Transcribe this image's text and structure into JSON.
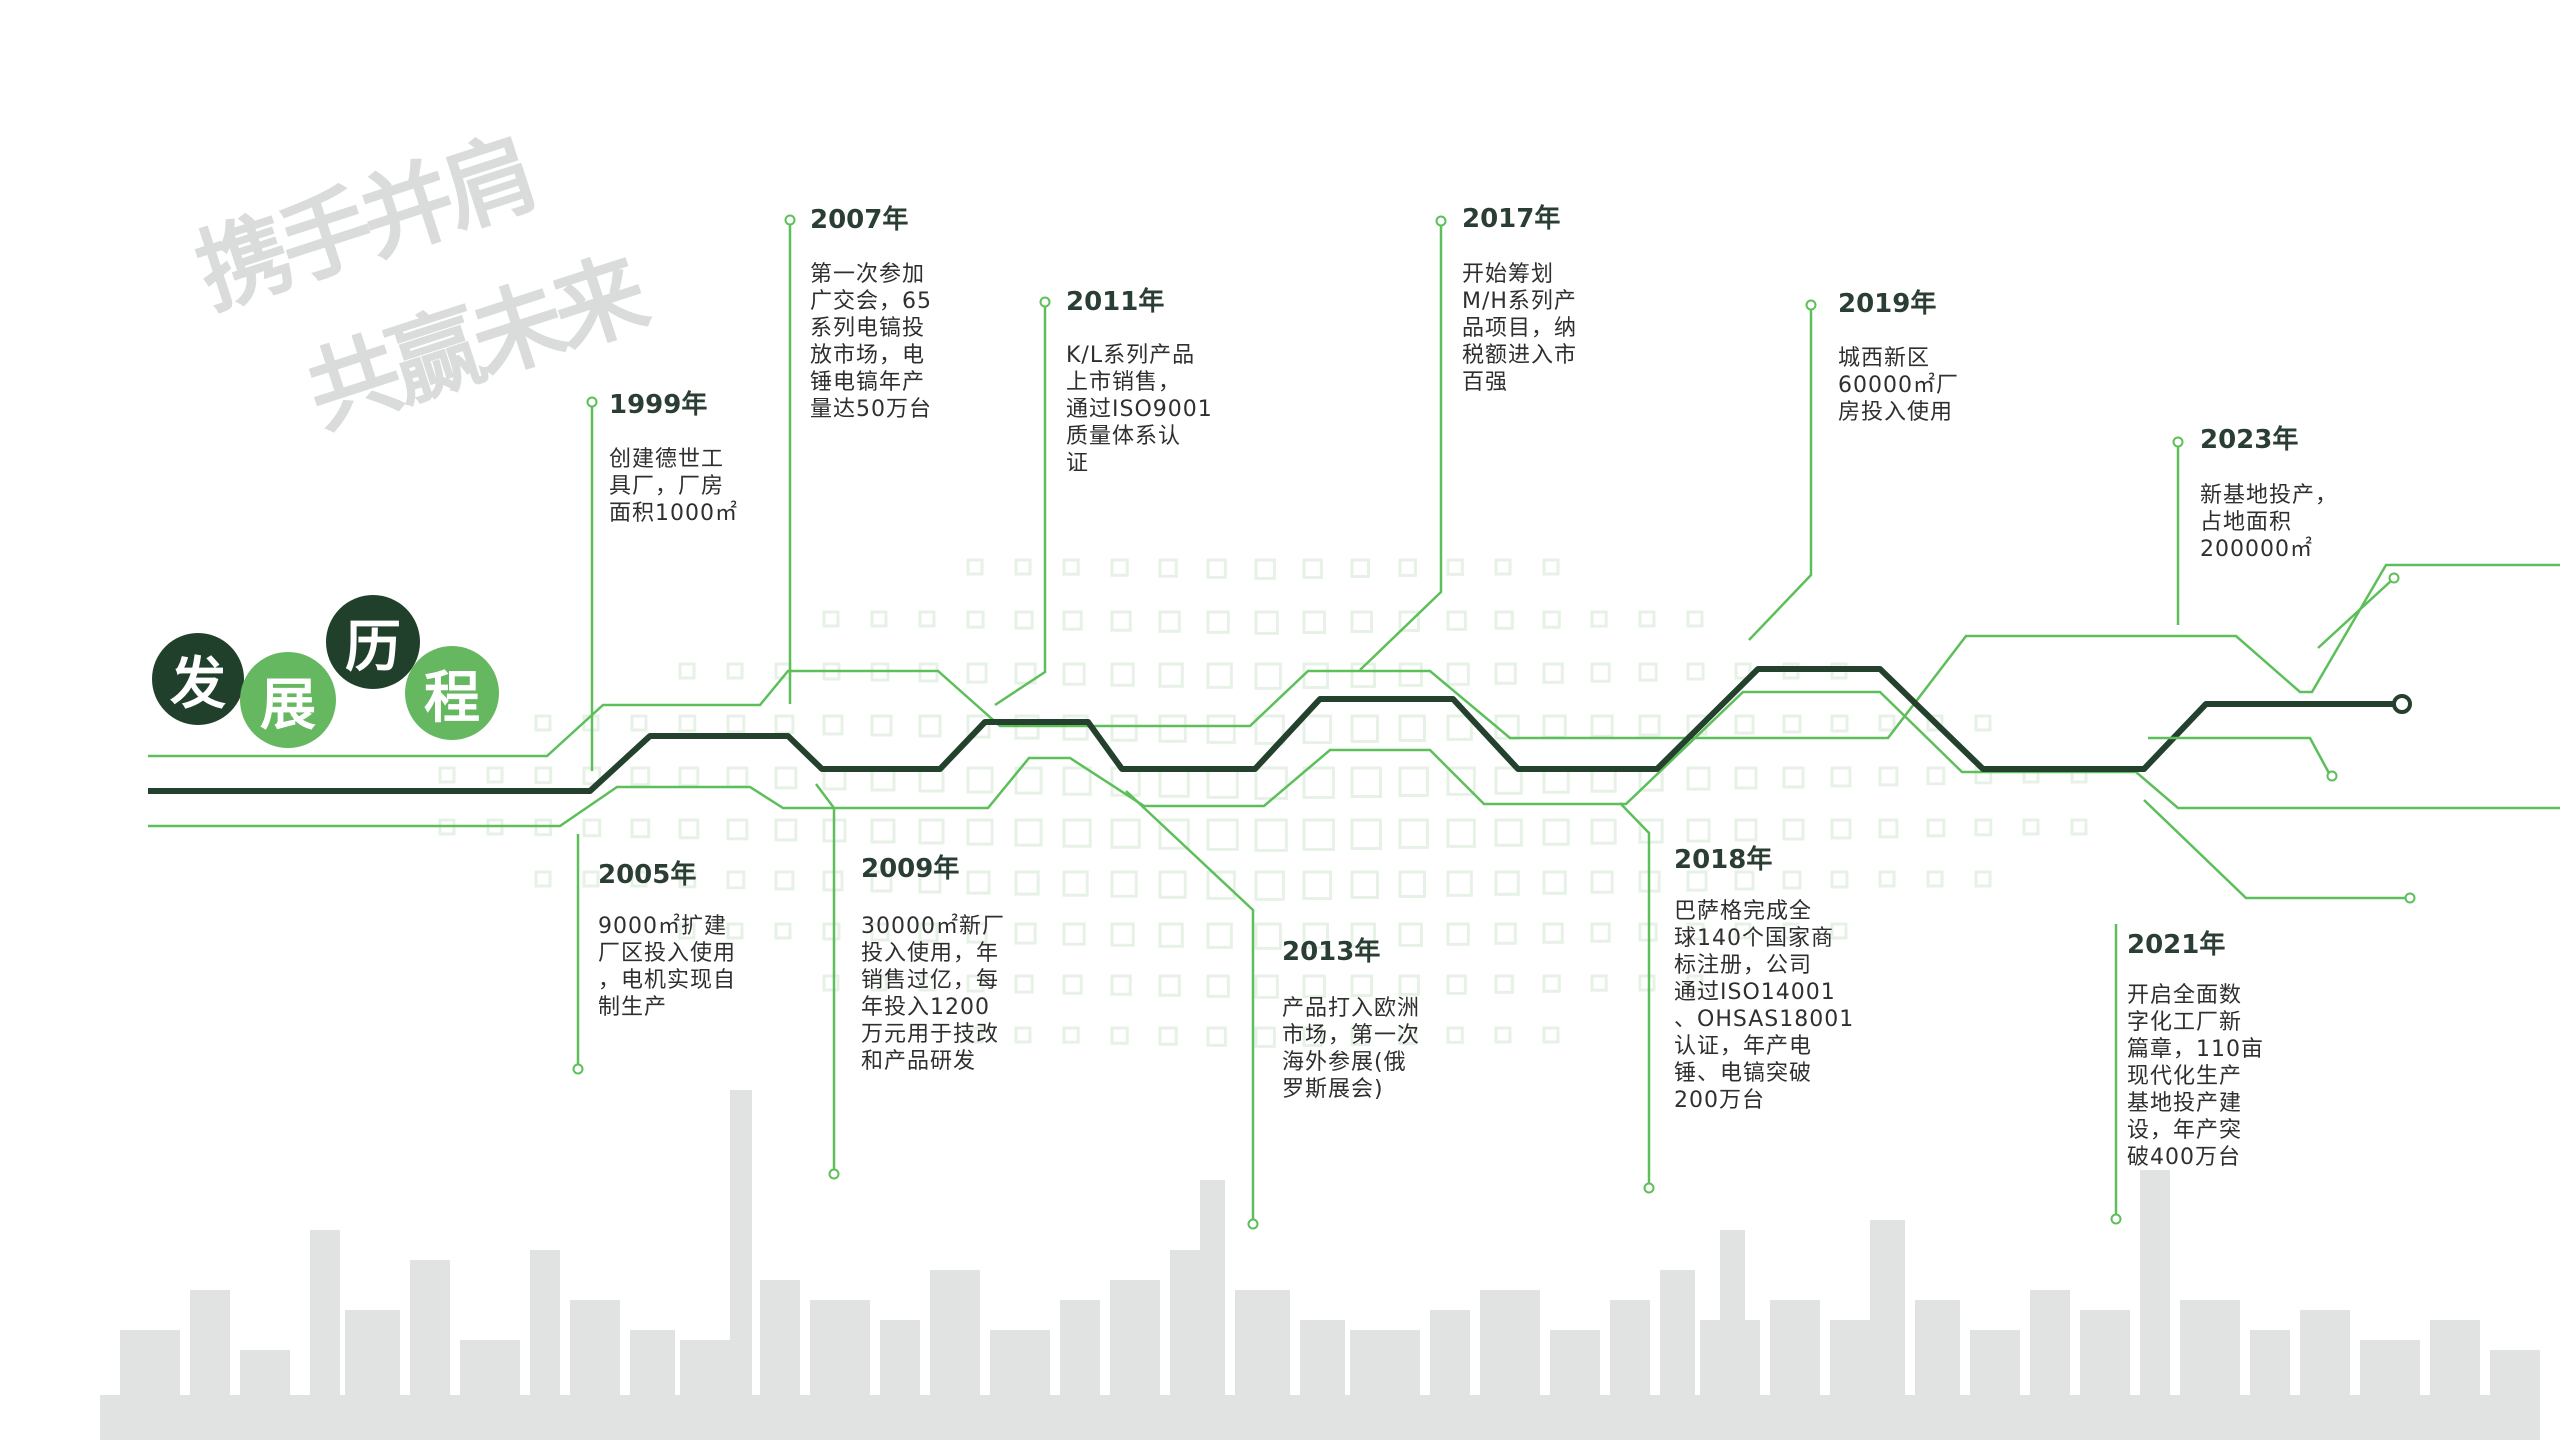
{
  "colors": {
    "main_line": "#23412d",
    "branch_line": "#5cbf5a",
    "skyline": "#e1e3e2",
    "dark_circle": "#21402c",
    "light_circle": "#66b860",
    "slogan": "#d9dcda",
    "grid_square": "#e7f2e7"
  },
  "title": {
    "chars": [
      "发",
      "展",
      "历",
      "程"
    ]
  },
  "slogan": {
    "line1": "携手并肩",
    "line2": "共赢未来"
  },
  "milestones": [
    {
      "id": "1999",
      "year": "1999年",
      "lines": [
        "创建德世工",
        "具厂，厂房",
        "面积1000㎡"
      ]
    },
    {
      "id": "2005",
      "year": "2005年",
      "lines": [
        "9000㎡扩建",
        "厂区投入使用",
        "，电机实现自",
        "制生产"
      ]
    },
    {
      "id": "2007",
      "year": "2007年",
      "lines": [
        "第一次参加",
        "广交会，65",
        "系列电镐投",
        "放市场，电",
        "锤电镐年产",
        "量达50万台"
      ]
    },
    {
      "id": "2009",
      "year": "2009年",
      "lines": [
        "30000㎡新厂",
        "投入使用，年",
        "销售过亿，每",
        "年投入1200",
        "万元用于技改",
        "和产品研发"
      ]
    },
    {
      "id": "2011",
      "year": "2011年",
      "lines": [
        "K/L系列产品",
        "上市销售，",
        "通过ISO9001",
        "质量体系认",
        "证"
      ]
    },
    {
      "id": "2013",
      "year": "2013年",
      "lines": [
        "产品打入欧洲",
        "市场，第一次",
        "海外参展(俄",
        "罗斯展会)"
      ]
    },
    {
      "id": "2017",
      "year": "2017年",
      "lines": [
        "开始筹划",
        "M/H系列产",
        "品项目，纳",
        "税额进入市",
        "百强"
      ]
    },
    {
      "id": "2018",
      "year": "2018年",
      "lines": [
        "巴萨格完成全",
        "球140个国家商",
        "标注册，公司",
        "通过ISO14001",
        "、OHSAS18001",
        "认证，年产电",
        "锤、电镐突破",
        "200万台"
      ]
    },
    {
      "id": "2019",
      "year": "2019年",
      "lines": [
        "城西新区",
        "60000㎡厂",
        "房投入使用"
      ]
    },
    {
      "id": "2021",
      "year": "2021年",
      "lines": [
        "开启全面数",
        "字化工厂新",
        "篇章，110亩",
        "现代化生产",
        "基地投产建",
        "设，年产突",
        "破400万台"
      ]
    },
    {
      "id": "2023",
      "year": "2023年",
      "lines": [
        "新基地投产，",
        "占地面积",
        "200000㎡"
      ]
    }
  ]
}
